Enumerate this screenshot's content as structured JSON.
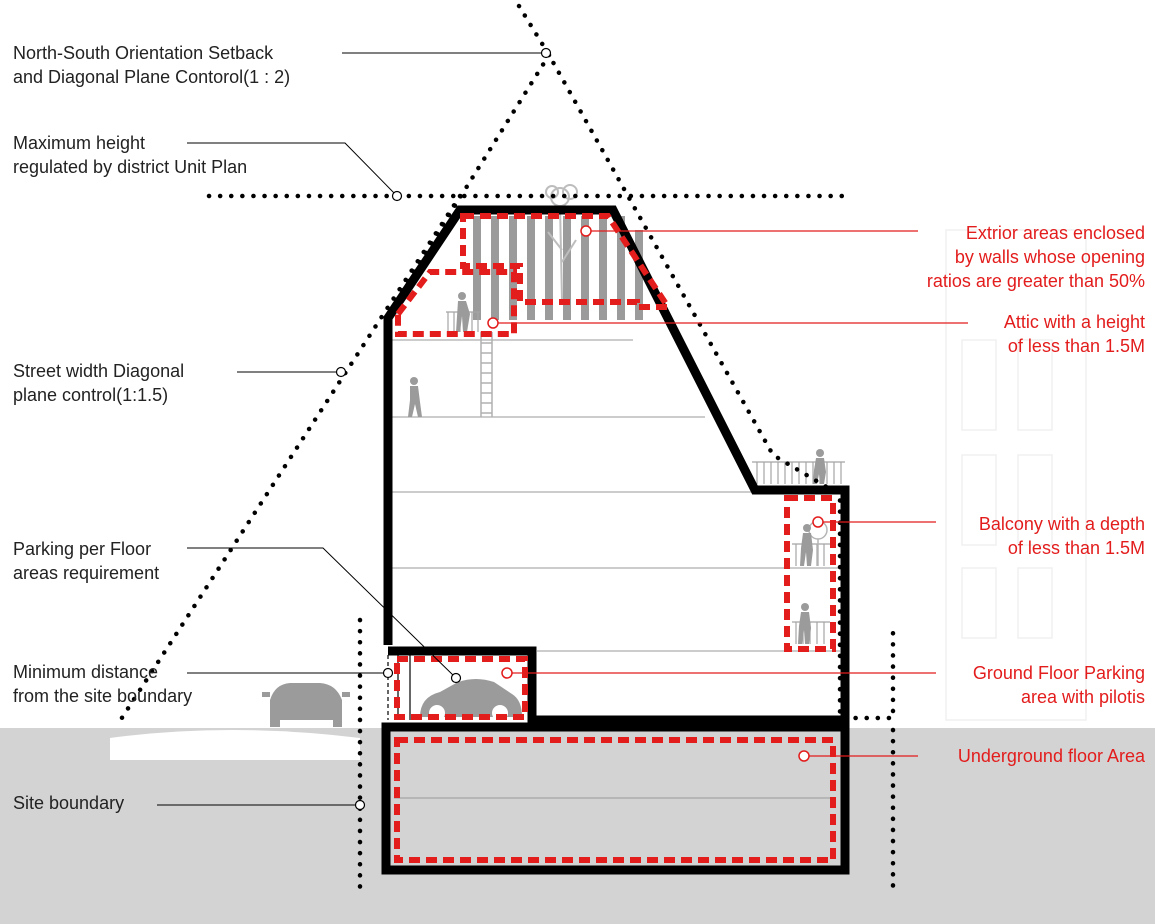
{
  "colors": {
    "ground": "#d3d3d3",
    "wall": "#000000",
    "highlight": "#e31c1c",
    "label_dark": "#222222",
    "figure": "#9b9b9b"
  },
  "labels_left": [
    {
      "id": "setback",
      "lines": [
        "North-South Orientation Setback",
        "and Diagonal Plane Contorol(1 : 2)"
      ]
    },
    {
      "id": "max-height",
      "lines": [
        "Maximum height",
        "regulated by district Unit Plan"
      ]
    },
    {
      "id": "street-width",
      "lines": [
        "Street width Diagonal",
        "plane control(1:1.5)"
      ]
    },
    {
      "id": "parking-floor",
      "lines": [
        "Parking per Floor",
        "areas requirement"
      ]
    },
    {
      "id": "min-distance",
      "lines": [
        "Minimum distance",
        "from the site boundary"
      ]
    },
    {
      "id": "site-boundary",
      "lines": [
        "Site boundary"
      ]
    }
  ],
  "labels_right": [
    {
      "id": "exterior",
      "lines": [
        "Extrior areas enclosed",
        "by walls whose opening",
        "ratios are greater than 50%"
      ]
    },
    {
      "id": "attic",
      "lines": [
        "Attic with a height",
        "of less than 1.5M"
      ]
    },
    {
      "id": "balcony",
      "lines": [
        "Balcony with a depth",
        "of less than 1.5M"
      ]
    },
    {
      "id": "ground-parking",
      "lines": [
        "Ground Floor Parking",
        "area with pilotis"
      ]
    },
    {
      "id": "underground",
      "lines": [
        "Underground floor Area"
      ]
    }
  ],
  "icons": [
    "car-icon",
    "person-icon",
    "tree-icon",
    "ladder-icon",
    "railing-icon"
  ]
}
